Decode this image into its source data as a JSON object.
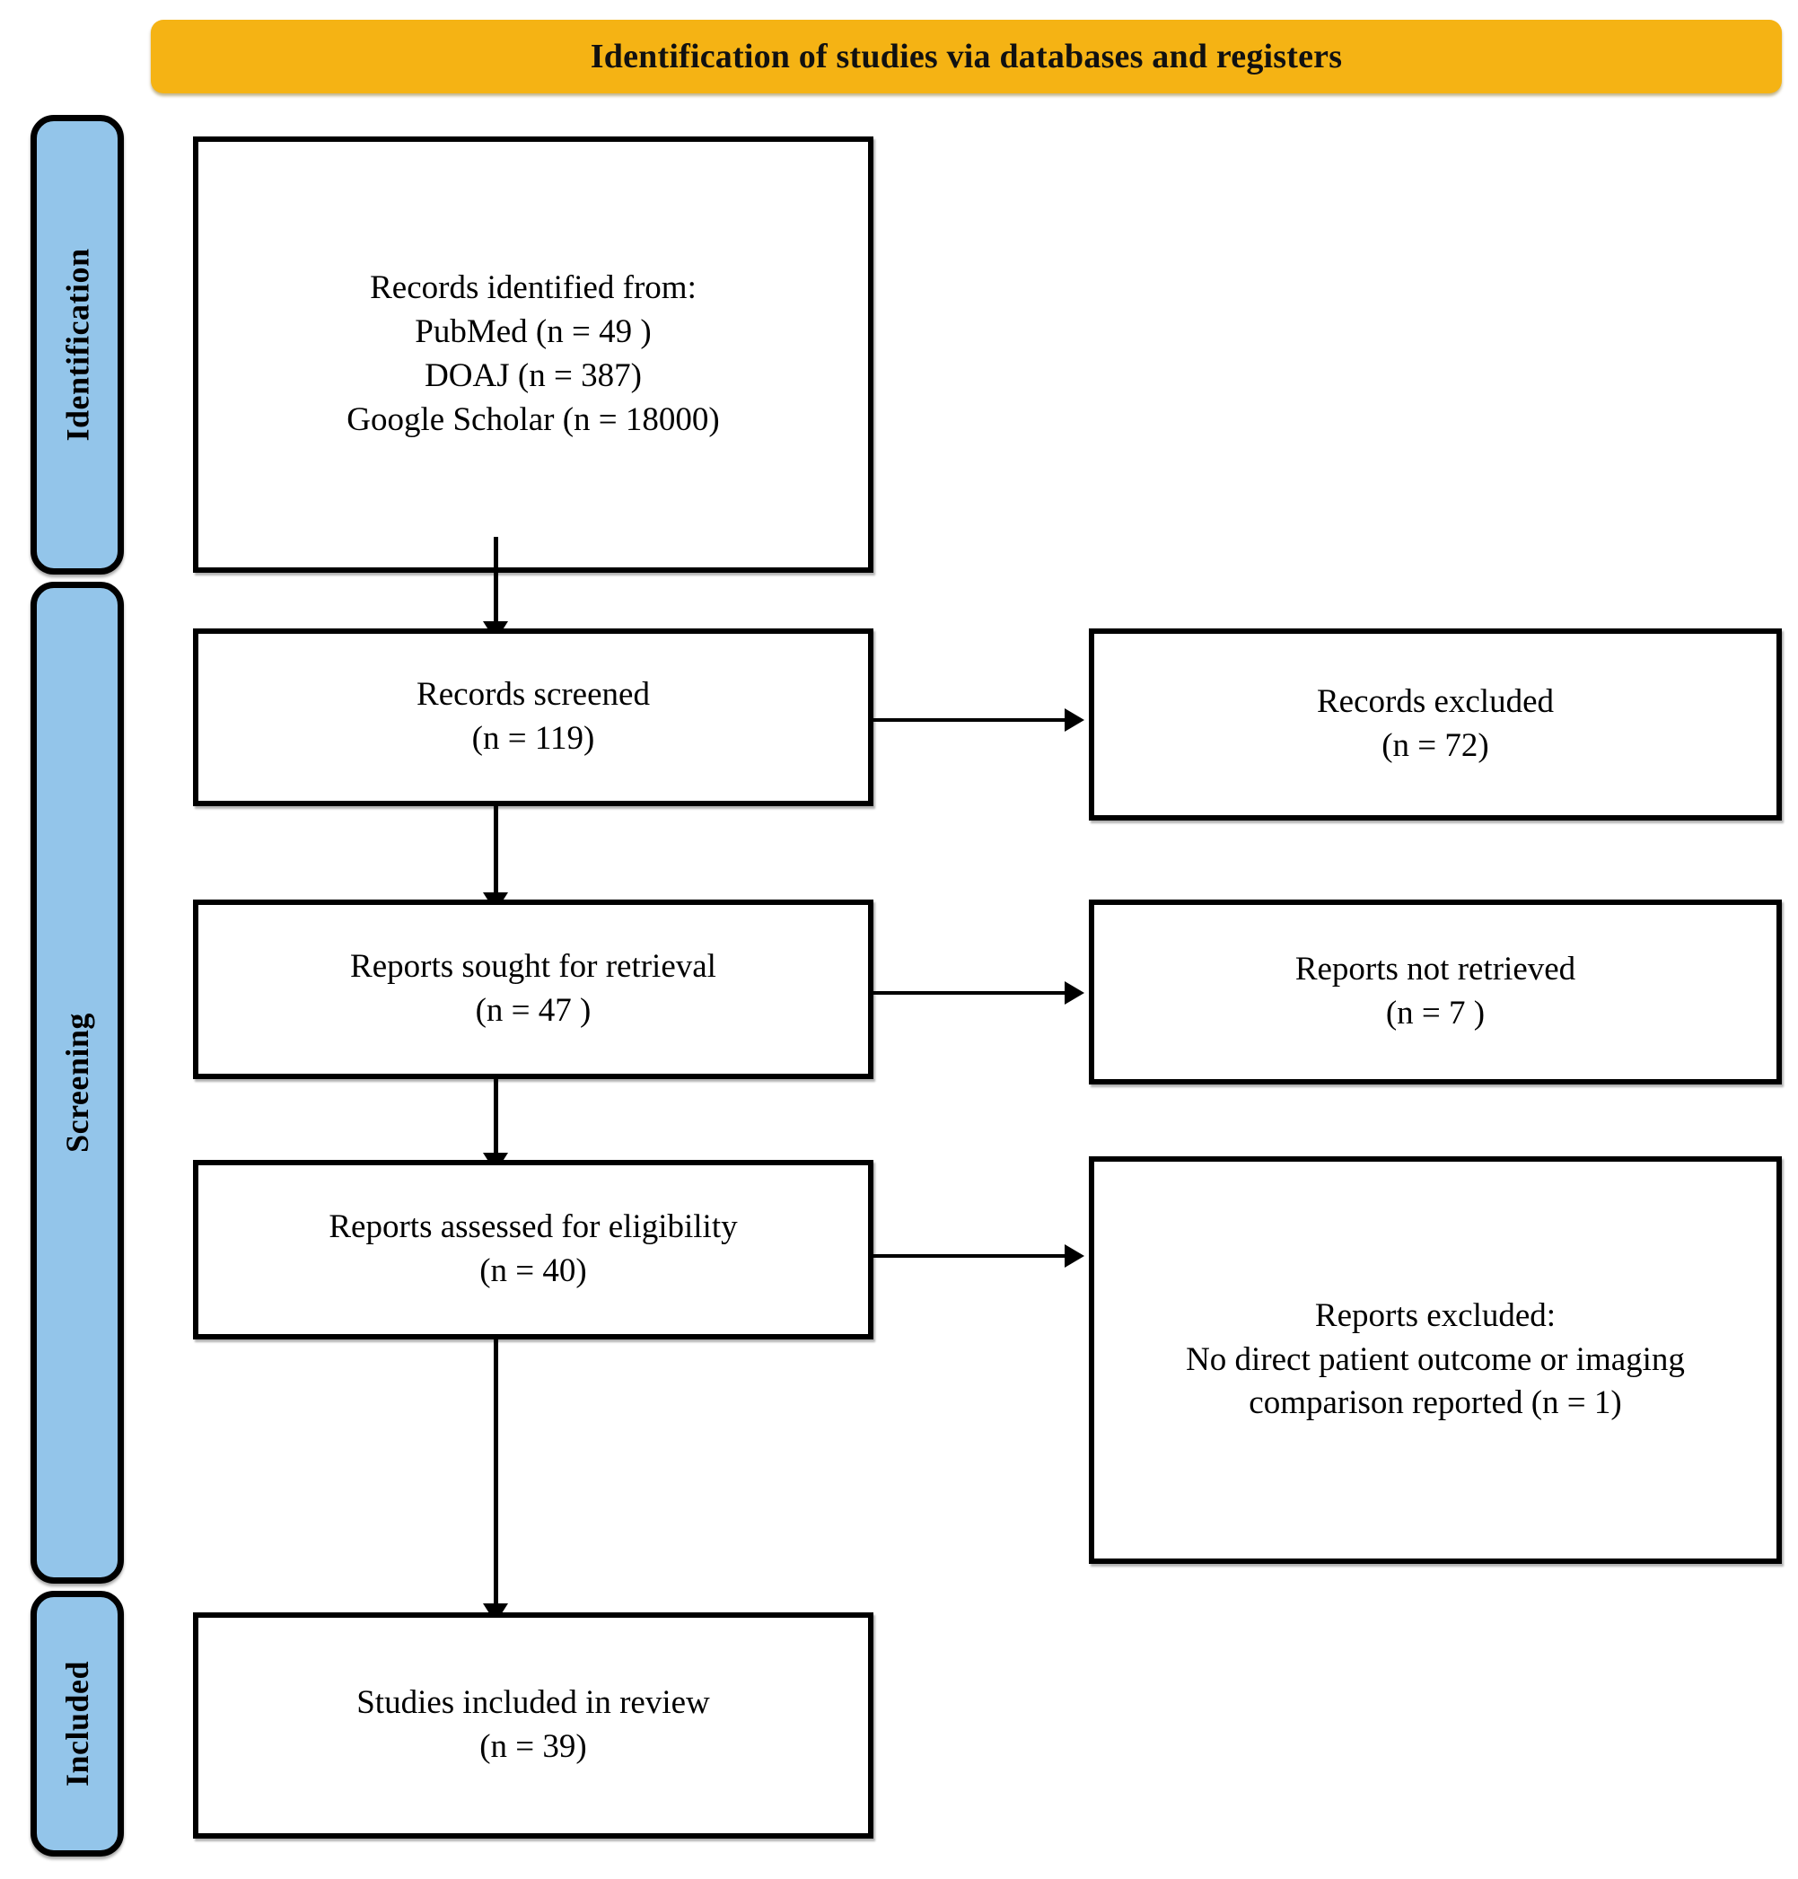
{
  "banner": {
    "title": "Identification of studies via databases and registers",
    "color": "#f5b314"
  },
  "phases": [
    {
      "id": "identification",
      "label": "Identification",
      "color": "#93c5ea"
    },
    {
      "id": "screening",
      "label": "Screening",
      "color": "#93c5ea"
    },
    {
      "id": "included",
      "label": "Included",
      "color": "#93c5ea"
    }
  ],
  "boxes": {
    "identified": {
      "line1": "Records identified from:",
      "line2": "PubMed (n = 49 )",
      "line3": "DOAJ (n = 387)",
      "line4": "Google Scholar (n = 18000)"
    },
    "screened": {
      "line1": "Records screened",
      "line2": "(n = 119)"
    },
    "records_excluded": {
      "line1": "Records excluded",
      "line2": "(n = 72)"
    },
    "sought": {
      "line1": "Reports sought for retrieval",
      "line2": "(n = 47 )"
    },
    "not_retrieved": {
      "line1": "Reports not retrieved",
      "line2": "(n = 7 )"
    },
    "assessed": {
      "line1": "Reports assessed for eligibility",
      "line2": "(n = 40)"
    },
    "reports_excluded": {
      "line1": "Reports excluded:",
      "line2": "No direct patient outcome or imaging",
      "line3": "comparison reported (n = 1)"
    },
    "included": {
      "line1": "Studies included in review",
      "line2": "(n = 39)"
    }
  },
  "chart_data": {
    "type": "diagram",
    "title": "PRISMA flow diagram",
    "subtitle": "Identification of studies via databases and registers",
    "phases": [
      "Identification",
      "Screening",
      "Included"
    ],
    "nodes": [
      {
        "id": "identified",
        "phase": "Identification",
        "label": "Records identified from",
        "sources": [
          {
            "name": "PubMed",
            "n": 49
          },
          {
            "name": "DOAJ",
            "n": 387
          },
          {
            "name": "Google Scholar",
            "n": 18000
          }
        ]
      },
      {
        "id": "screened",
        "phase": "Screening",
        "label": "Records screened",
        "n": 119
      },
      {
        "id": "records_excluded",
        "phase": "Screening",
        "label": "Records excluded",
        "n": 72
      },
      {
        "id": "sought",
        "phase": "Screening",
        "label": "Reports sought for retrieval",
        "n": 47
      },
      {
        "id": "not_retrieved",
        "phase": "Screening",
        "label": "Reports not retrieved",
        "n": 7
      },
      {
        "id": "assessed",
        "phase": "Screening",
        "label": "Reports assessed for eligibility",
        "n": 40
      },
      {
        "id": "reports_excluded",
        "phase": "Screening",
        "label": "Reports excluded: No direct patient outcome or imaging comparison reported",
        "n": 1
      },
      {
        "id": "included",
        "phase": "Included",
        "label": "Studies included in review",
        "n": 39
      }
    ],
    "edges": [
      {
        "from": "identified",
        "to": "screened",
        "direction": "down"
      },
      {
        "from": "screened",
        "to": "records_excluded",
        "direction": "right"
      },
      {
        "from": "screened",
        "to": "sought",
        "direction": "down"
      },
      {
        "from": "sought",
        "to": "not_retrieved",
        "direction": "right"
      },
      {
        "from": "sought",
        "to": "assessed",
        "direction": "down"
      },
      {
        "from": "assessed",
        "to": "reports_excluded",
        "direction": "right"
      },
      {
        "from": "assessed",
        "to": "included",
        "direction": "down"
      }
    ]
  }
}
